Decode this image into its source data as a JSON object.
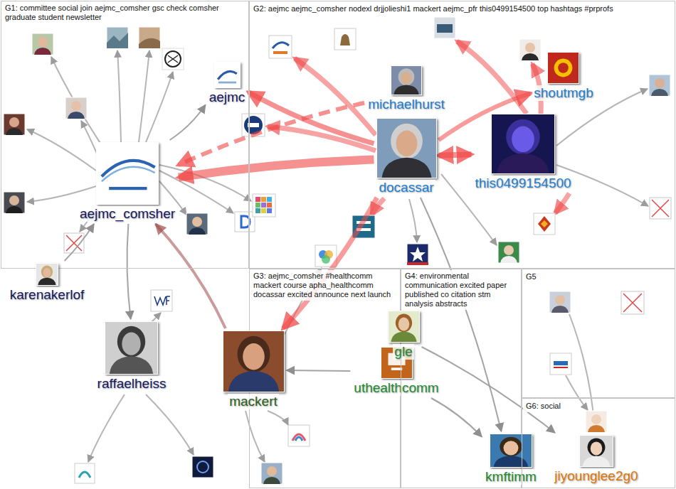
{
  "diagram": {
    "nodes": [
      {
        "text": [
          "G1: committee social join aejmc_comsher gsc check comsher graduate student newsletter"
        ]
      },
      {
        "text": [
          "aejmc"
        ],
        "in": 0
      },
      {
        "text": [
          "aejmc_comsher"
        ],
        "in": 0
      },
      {
        "text": [
          "karenakerlof"
        ],
        "in": 0
      },
      {
        "text": [
          "raffaelheiss"
        ],
        "in": 0
      },
      {
        "text": [
          "G2: aejmc aejmc_comsher nodexl drjjolieshi1 mackert aejmc_pfr this0499154500 top hashtags #prprofs"
        ]
      },
      {
        "text": [
          "shoutmgb"
        ],
        "in": 5
      },
      {
        "text": [
          "michaelhurst"
        ],
        "in": 5
      },
      {
        "text": [
          "docassar"
        ],
        "in": 5
      },
      {
        "text": [
          "this0499154500"
        ],
        "in": 5
      },
      {
        "text": [
          "G3: aejmc_comsher #healthcomm mackert course apha_healthcomm docassar excited announce next launch"
        ]
      },
      {
        "text": [
          "mackert"
        ],
        "in": 10
      },
      {
        "text": [
          "uthealthcomm"
        ],
        "in": 10
      },
      {
        "text": [
          "G4: environmental communication excited paper published co citation stm analysis abstracts"
        ]
      },
      {
        "text": [
          "gle"
        ],
        "in": 13
      },
      {
        "text": [
          "kmftimm"
        ],
        "in": 13
      },
      {
        "text": [
          "G5"
        ]
      },
      {
        "text": [
          "G6: social"
        ]
      },
      {
        "text": [
          "jiyounglee2g0"
        ],
        "in": 17
      }
    ],
    "edges": [
      {
        "from": 8,
        "to": 2,
        "arrow": "to"
      },
      {
        "from": 8,
        "to": 1,
        "arrow": "to"
      },
      {
        "from": 8,
        "to": 11,
        "arrow": "to"
      },
      {
        "from": 8,
        "to": 9,
        "arrow": "both"
      },
      {
        "from": 8,
        "to": 6,
        "arrow": "to"
      },
      {
        "from": 7,
        "to": 2,
        "arrow": "to"
      },
      {
        "from": 8,
        "to": 15,
        "arrow": "to"
      },
      {
        "from": 2,
        "to": 1,
        "arrow": "to"
      },
      {
        "from": 3,
        "to": 2,
        "arrow": "to"
      },
      {
        "from": 2,
        "to": 4,
        "arrow": "to"
      },
      {
        "from": 12,
        "to": 11,
        "arrow": "to"
      },
      {
        "from": 12,
        "to": 15,
        "arrow": "to"
      },
      {
        "from": 11,
        "to": 2,
        "arrow": "to"
      },
      {
        "from": 14,
        "to": 18,
        "arrow": "to"
      }
    ]
  }
}
